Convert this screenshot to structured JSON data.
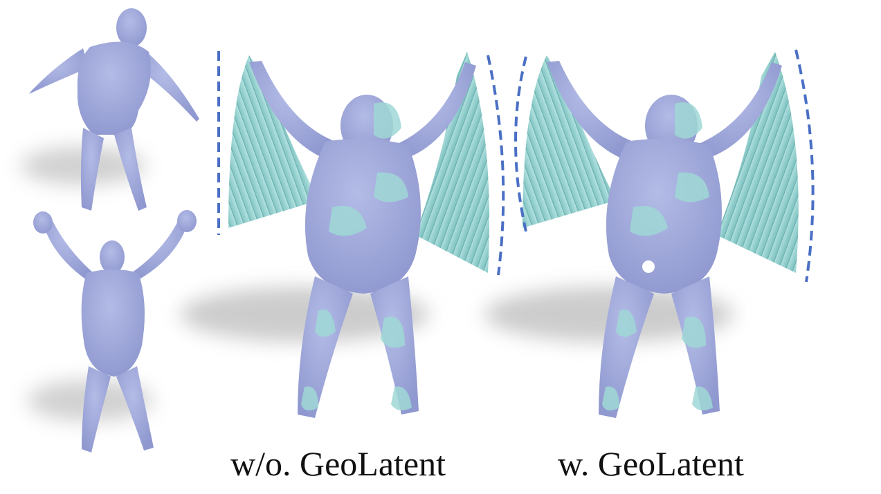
{
  "captions": {
    "without": "w/o. GeoLatent",
    "with": "w. GeoLatent"
  },
  "colors": {
    "background": "#ffffff",
    "body_mesh": "#a3acdd",
    "body_mesh_shade": "#8e97cf",
    "wing_mesh": "#9fd8d6",
    "wing_mesh_shade": "#7fc2c1",
    "guide_lines": "#4a6fc4",
    "shadow": "#9a9a9a",
    "caption_text": "#111111"
  },
  "figures": [
    {
      "id": "source-t-pose",
      "description_icon": "human-mesh-icon"
    },
    {
      "id": "source-arms-up",
      "description_icon": "human-mesh-icon"
    },
    {
      "id": "result-without-geolatent",
      "description_icon": "winged-human-mesh-icon"
    },
    {
      "id": "result-with-geolatent",
      "description_icon": "winged-human-mesh-icon"
    }
  ]
}
